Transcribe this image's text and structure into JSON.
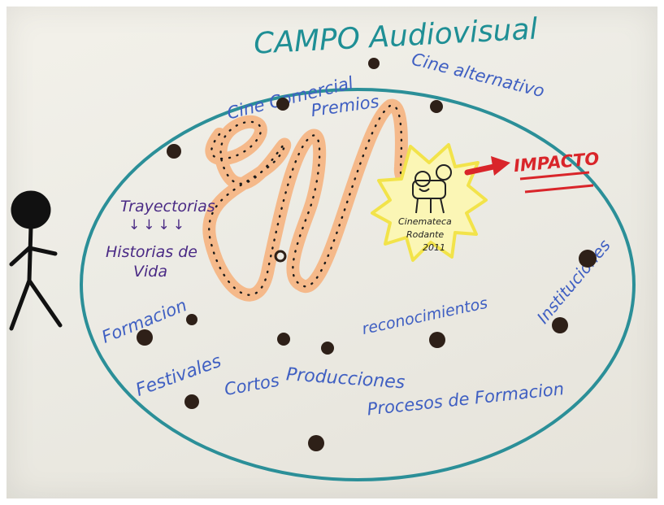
{
  "title": "CAMPO Audiovisual",
  "labels": {
    "cine_comercial": "Cine Comercial",
    "premios": "Premios",
    "cine_alternativo": "Cine alternativo",
    "trayectorias": "Trayectorias",
    "arrows_row": "↓↓↓↓",
    "historias_de_vida": "Historias de",
    "vida": "Vida",
    "formacion": "Formacion",
    "festivales": "Festivales",
    "cortos": "Cortos",
    "producciones": "Producciones",
    "reconocimientos": "reconocimientos",
    "instituciones": "Instituciones",
    "procesos_de_formacion": "Procesos de Formacion",
    "impacto": "IMPACTO"
  },
  "cinemateca": {
    "line1": "Cinemateca",
    "line2": "Rodante",
    "line3": "2011"
  },
  "colors": {
    "title_teal": "#1f8f95",
    "ellipse_teal": "#2b8f98",
    "blue_text": "#3f5fc2",
    "purple_text": "#4a2a85",
    "orange_path": "#f5b98a",
    "yellow_burst": "#f2e34a",
    "red": "#d9252a",
    "dot_brown": "#2e2018",
    "figure_black": "#111111"
  }
}
